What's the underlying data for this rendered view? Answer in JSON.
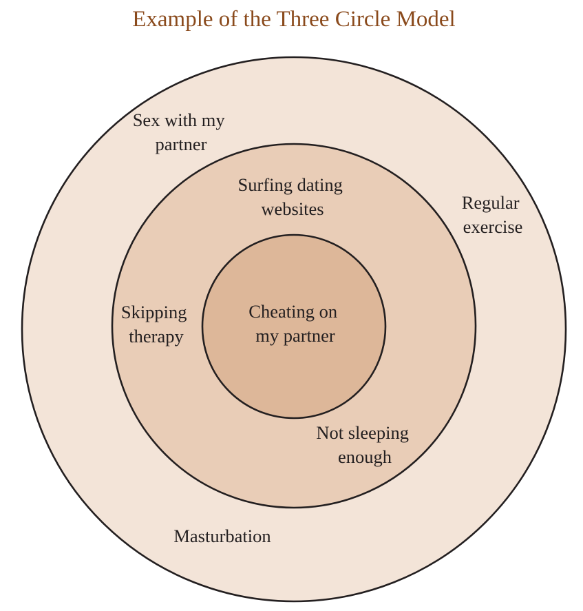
{
  "title": "Example of the Three Circle Model",
  "colors": {
    "title": "#8a4a1c",
    "outer_fill": "#f3e4d8",
    "middle_fill": "#e9cdb7",
    "inner_fill": "#ddb799",
    "stroke": "#231f20",
    "text": "#231f20"
  },
  "circles": {
    "outer": {
      "lines": [
        [
          "Sex with my",
          "partner"
        ],
        [
          "Regular",
          "exercise"
        ],
        [
          "Masturbation"
        ]
      ]
    },
    "middle": {
      "lines": [
        [
          "Surfing dating",
          "websites"
        ],
        [
          "Skipping",
          "therapy"
        ],
        [
          "Not sleeping",
          "enough"
        ]
      ]
    },
    "inner": {
      "lines": [
        [
          "Cheating on",
          "my partner"
        ]
      ]
    }
  }
}
